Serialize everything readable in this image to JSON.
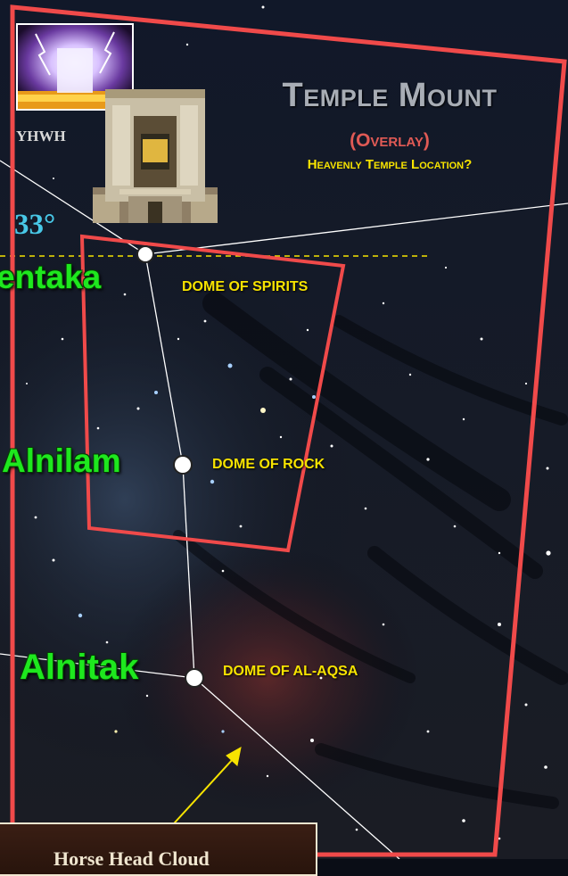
{
  "title": {
    "main": "Temple Mount",
    "sub": "(Overlay)",
    "question": "Heavenly Temple Location?"
  },
  "yhwh_label": "YHWH",
  "degree_label": "33°",
  "stars": {
    "mintaka": "entaka",
    "alnilam": "Alnilam",
    "alnitak": "Alnitak"
  },
  "domes": {
    "spirits": "DOME OF SPIRITS",
    "rock": "DOME OF ROCK",
    "aqsa": "DOME OF AL-AQSA"
  },
  "horsehead_label": "Horse Head Cloud",
  "colors": {
    "overlay_outline": "#f04a4a",
    "star_name": "#1ee81e",
    "dome_label": "#f7e300",
    "degree": "#48c7e6",
    "guide_line": "#f7e300",
    "constellation_line": "#ffffff"
  },
  "icons": [
    "yhwh-throne-image",
    "temple-image",
    "star-marker-icon"
  ]
}
